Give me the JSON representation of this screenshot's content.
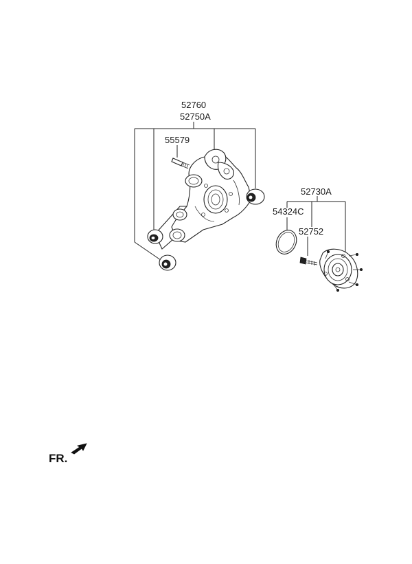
{
  "part_labels": {
    "p52760": "52760",
    "p52750A": "52750A",
    "p55579": "55579",
    "p52730A": "52730A",
    "p54324C": "54324C",
    "p52752": "52752"
  },
  "direction_marker": {
    "label": "FR."
  },
  "icons": {
    "front_arrow": "fr-arrow-icon"
  }
}
